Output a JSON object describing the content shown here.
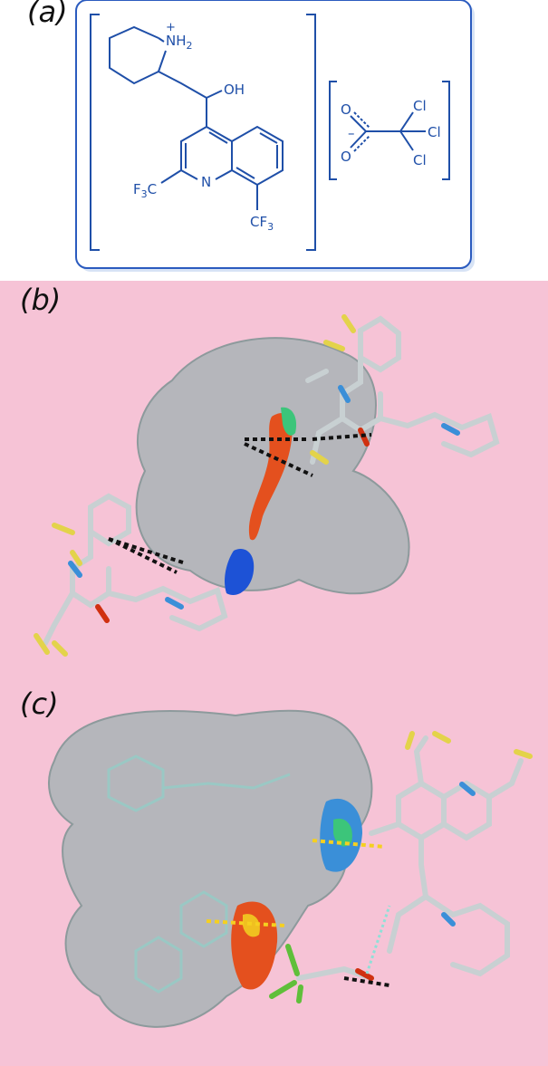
{
  "panels": {
    "a": {
      "label": "(a)"
    },
    "b": {
      "label": "(b)"
    },
    "c": {
      "label": "(c)"
    }
  },
  "scheme": {
    "nh2": "ṄH₂",
    "nh2_plain": "NH",
    "nh2_sub": "2",
    "plus": "+",
    "oh": "OH",
    "n": "N",
    "cf3_left": "F₃C",
    "f3c_text": "F",
    "f3c_sub": "3",
    "f3c_c": "C",
    "cf3_bottom_c": "CF",
    "cf3_bottom_sub": "3",
    "o_top": "O",
    "o_bottom": "O",
    "minus": "–",
    "cl1": "Cl",
    "cl2": "Cl",
    "cl3": "Cl"
  },
  "colors": {
    "scheme_blue": "#1f4fa8",
    "border_blue": "#2b5bbf",
    "background_pink": "#f6c3d6",
    "surface_grey": "#a9b4b6",
    "contact_black": "#111111",
    "contact_yellow": "#f5d020",
    "atom_F": "#e3d34a",
    "atom_N": "#3a8fd8",
    "atom_O": "#d03010",
    "atom_Cl": "#5fbf3a",
    "bond_C": "#c8d0d2"
  }
}
